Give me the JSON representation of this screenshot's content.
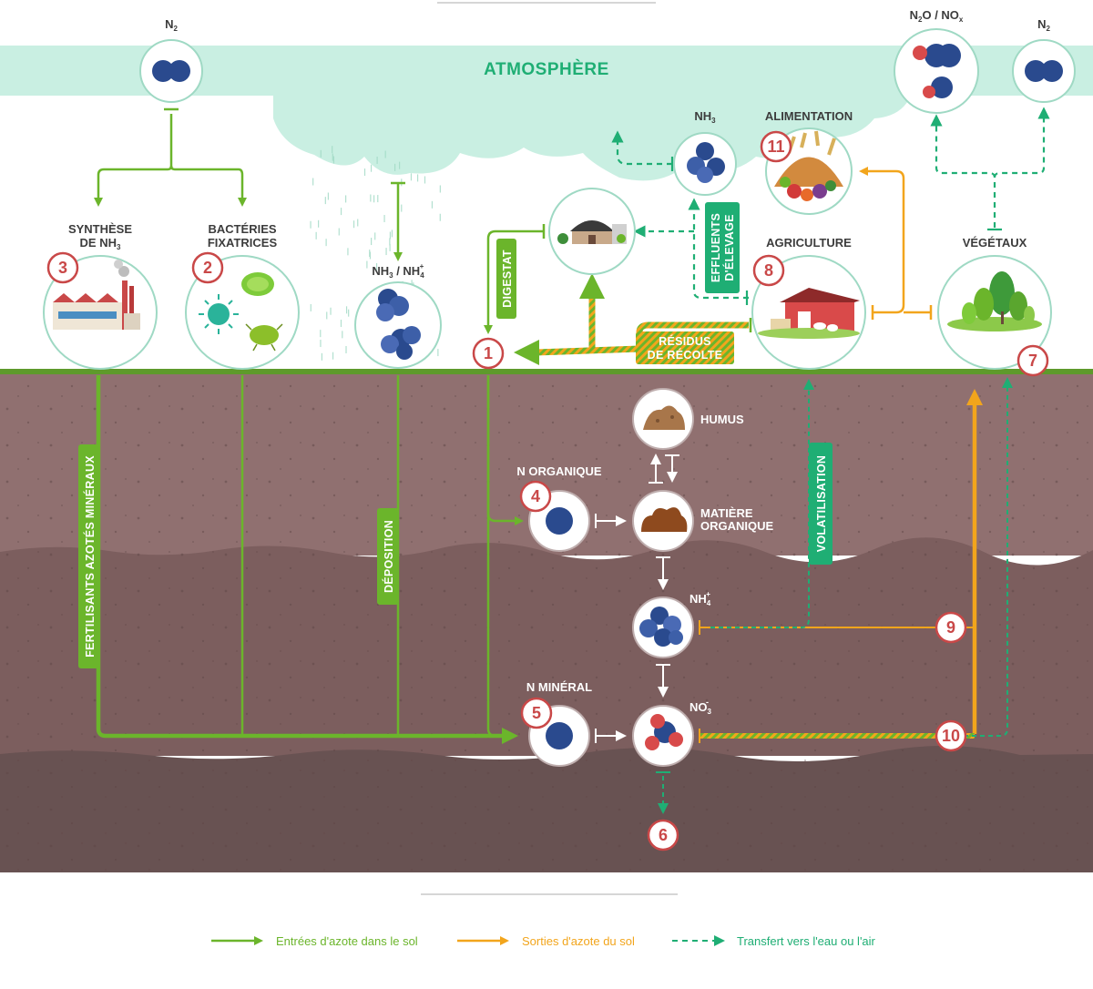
{
  "colors": {
    "green": "#6bb52b",
    "orange": "#f2a51c",
    "teal": "#1fae74",
    "red": "#c94848",
    "soil_top": "#907070",
    "soil_mid": "#7c5e5e",
    "soil_bottom": "#685252",
    "sky": "#c9efe2"
  },
  "atmosphere": {
    "title": "ATMOSPHÈRE"
  },
  "sky_labels": {
    "n2_left": {
      "main": "N",
      "sub": "2"
    },
    "n2o_nox": {
      "p1": "N",
      "s1": "2",
      "p2": "O / NO",
      "s2": "x"
    },
    "n2_right": {
      "main": "N",
      "sub": "2"
    },
    "nh3_top": {
      "main": "NH",
      "sub": "3"
    },
    "nh3_nh4_rain": {
      "p1": "NH",
      "s1": "3",
      "p2": " / NH",
      "s2": "4",
      "sup2": "+"
    }
  },
  "nodes": {
    "synthese": {
      "line1": "SYNTHÈSE",
      "line2_main": "DE NH",
      "line2_sub": "3",
      "badge": "3"
    },
    "bacteries": {
      "line1": "BACTÉRIES",
      "line2": "FIXATRICES",
      "badge": "2"
    },
    "digestat_entry": {
      "badge": "1"
    },
    "alimentation": {
      "label": "ALIMENTATION",
      "badge": "11"
    },
    "agriculture": {
      "label": "AGRICULTURE",
      "badge": "8"
    },
    "vegetaux": {
      "label": "VÉGÉTAUX",
      "badge": "7"
    },
    "humus": {
      "label": "HUMUS"
    },
    "n_organique": {
      "label": "N ORGANIQUE",
      "badge": "4"
    },
    "matiere_organique": {
      "line1": "MATIÈRE",
      "line2": "ORGANIQUE"
    },
    "nh4_soil": {
      "main": "NH",
      "sub": "4",
      "sup": "+"
    },
    "n_mineral": {
      "label": "N MINÉRAL",
      "badge": "5"
    },
    "no3_soil": {
      "main": "NO",
      "sub": "3",
      "sup": "-"
    },
    "leaching": {
      "badge": "6"
    },
    "uptake_nh4": {
      "badge": "9"
    },
    "uptake_no3": {
      "badge": "10"
    }
  },
  "flow_labels": {
    "digestat": "DIGESTAT",
    "effluents_1": "EFFLUENTS",
    "effluents_2": "D'ÉLEVAGE",
    "residus_1": "RÉSIDUS",
    "residus_2": "DE RÉCOLTE",
    "fertilisants": "FERTILISANTS AZOTÉS MINÉRAUX",
    "deposition": "DÉPOSITION",
    "volatilisation": "VOLATILISATION"
  },
  "legend": {
    "inputs": "Entrées d'azote dans le sol",
    "outputs": "Sorties d'azote du sol",
    "transfer": "Transfert vers l'eau ou l'air"
  }
}
